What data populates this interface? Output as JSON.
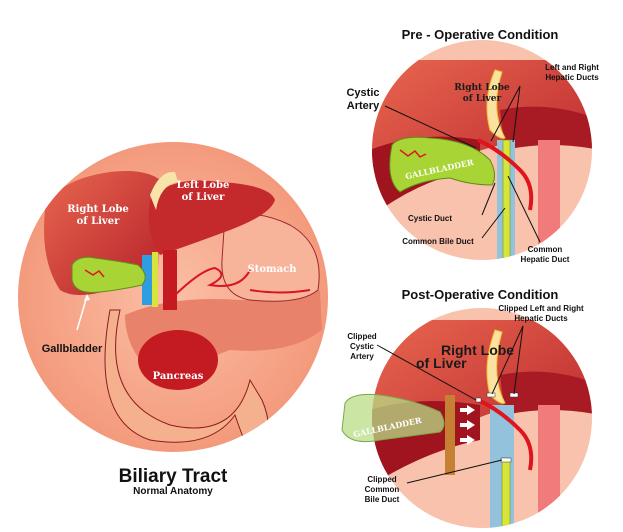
{
  "main_diagram": {
    "title": "Biliary Tract",
    "subtitle": "Normal Anatomy",
    "labels": {
      "right_lobe": [
        "Right Lobe",
        "of Liver"
      ],
      "left_lobe": [
        "Left Lobe",
        "of Liver"
      ],
      "stomach": "Stomach",
      "pancreas": "Pancreas",
      "gallbladder": "Gallbladder"
    }
  },
  "pre_operative": {
    "title": "Pre - Operative Condition",
    "labels": {
      "cystic_artery": [
        "Cystic",
        "Artery"
      ],
      "right_lobe": [
        "Right Lobe",
        "of Liver"
      ],
      "hepatic_ducts": [
        "Left and Right",
        "Hepatic Ducts"
      ],
      "gallbladder": "GALLBLADDER",
      "cystic_duct": "Cystic Duct",
      "common_bile_duct": "Common Bile Duct",
      "common_hepatic_duct": [
        "Common",
        "Hepatic Duct"
      ]
    }
  },
  "post_operative": {
    "title": "Post-Operative Condition",
    "labels": {
      "clipped_cystic_artery": [
        "Clipped",
        "Cystic",
        "Artery"
      ],
      "right_lobe": [
        "Right Lobe",
        "of Liver"
      ],
      "clipped_hepatic_ducts": [
        "Clipped Left and Right",
        "Hepatic Ducts"
      ],
      "gallbladder": "GALLBLADDER",
      "clipped_common_bile_duct": [
        "Clipped",
        "Common",
        "Bile Duct"
      ]
    }
  },
  "colors": {
    "background_circle": "#f7a98e",
    "liver": "#c8302e",
    "liver_dark": "#a01420",
    "gallbladder": "#a8d435",
    "bile_duct": "#d9e43a",
    "portal_vein": "#5aa9dc",
    "artery": "#e0141e",
    "pancreas": "#e9826a"
  }
}
